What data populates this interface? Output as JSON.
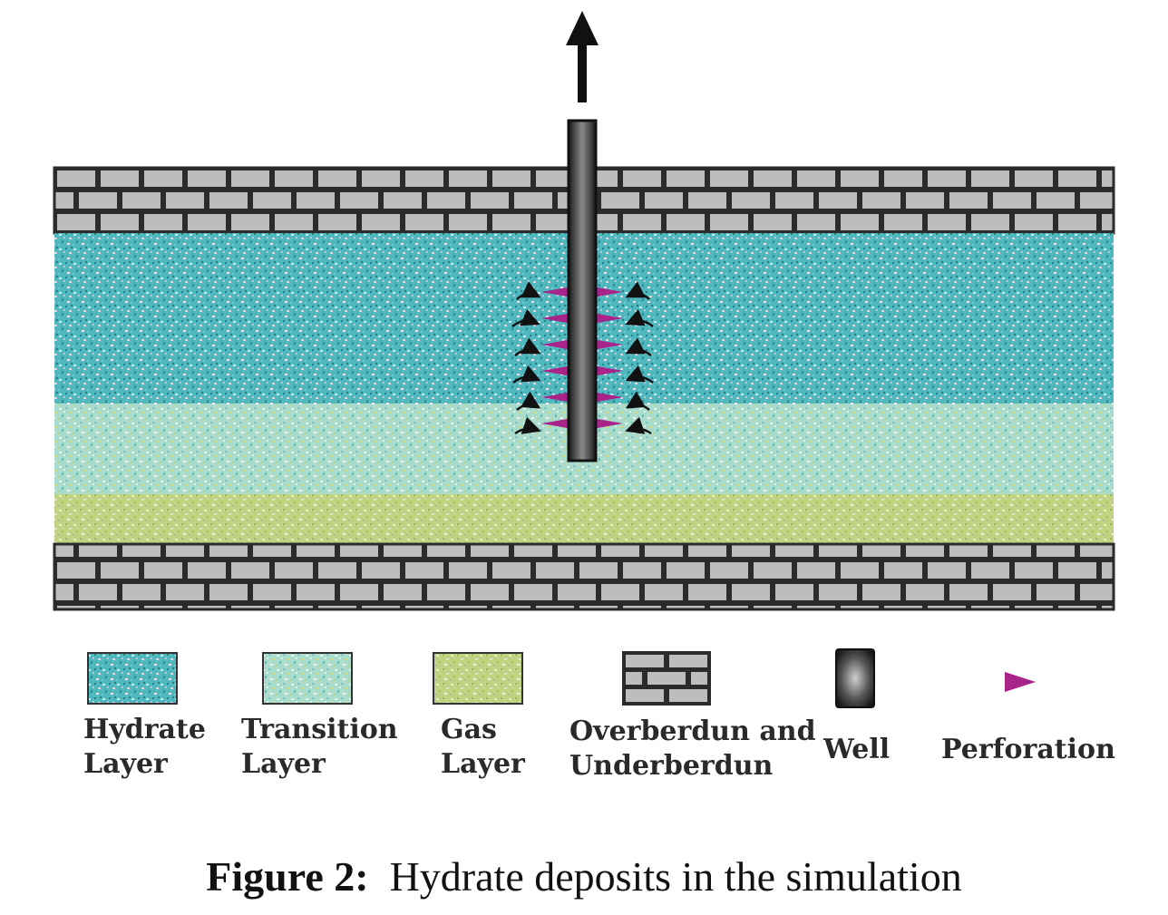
{
  "legend": [
    {
      "id": "hydrate",
      "label": "Hydrate\nLayer"
    },
    {
      "id": "transition",
      "label": "Transition\nLayer"
    },
    {
      "id": "gas",
      "label": "Gas\nLayer"
    },
    {
      "id": "overburden",
      "label": "Overberdun and\nUnderberdun"
    },
    {
      "id": "well",
      "label": "Well"
    },
    {
      "id": "perforation",
      "label": "Perforation"
    }
  ],
  "caption": {
    "prefix": "Figure 2:",
    "text": "Hydrate deposits in the simulation"
  },
  "colors": {
    "hydrate": "#3fb5bb",
    "transition": "#8fd3cc",
    "gas": "#b9cf7d",
    "brick": "#bdbdbd",
    "mortar": "#2b2b2b",
    "well": "#2a2a2a",
    "perforation": "#a8238a"
  }
}
